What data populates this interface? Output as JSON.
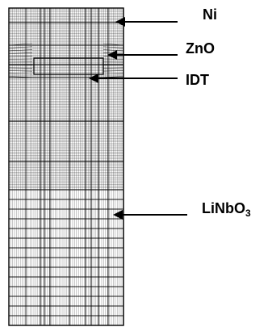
{
  "labels": {
    "ni": "Ni",
    "zno": "ZnO",
    "idt": "IDT",
    "linbo3_main": "LiNbO",
    "linbo3_sub": "3"
  },
  "colors": {
    "mesh_line": "#000000",
    "background": "#ffffff",
    "arrow": "#000000"
  }
}
